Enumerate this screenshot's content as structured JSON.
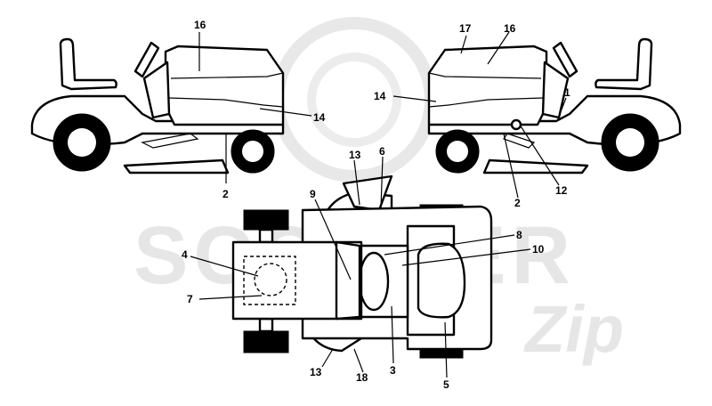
{
  "watermark": {
    "brand_main": "SCOOTER",
    "brand_script": "Zip",
    "color": "#e6e6e6"
  },
  "callouts": {
    "c1": "1",
    "c2": "2",
    "c3": "3",
    "c4": "4",
    "c5": "5",
    "c6": "6",
    "c7": "7",
    "c8": "8",
    "c9": "9",
    "c10": "10",
    "c12": "12",
    "c13": "13",
    "c14": "14",
    "c16": "16",
    "c17": "17",
    "c18": "18"
  }
}
